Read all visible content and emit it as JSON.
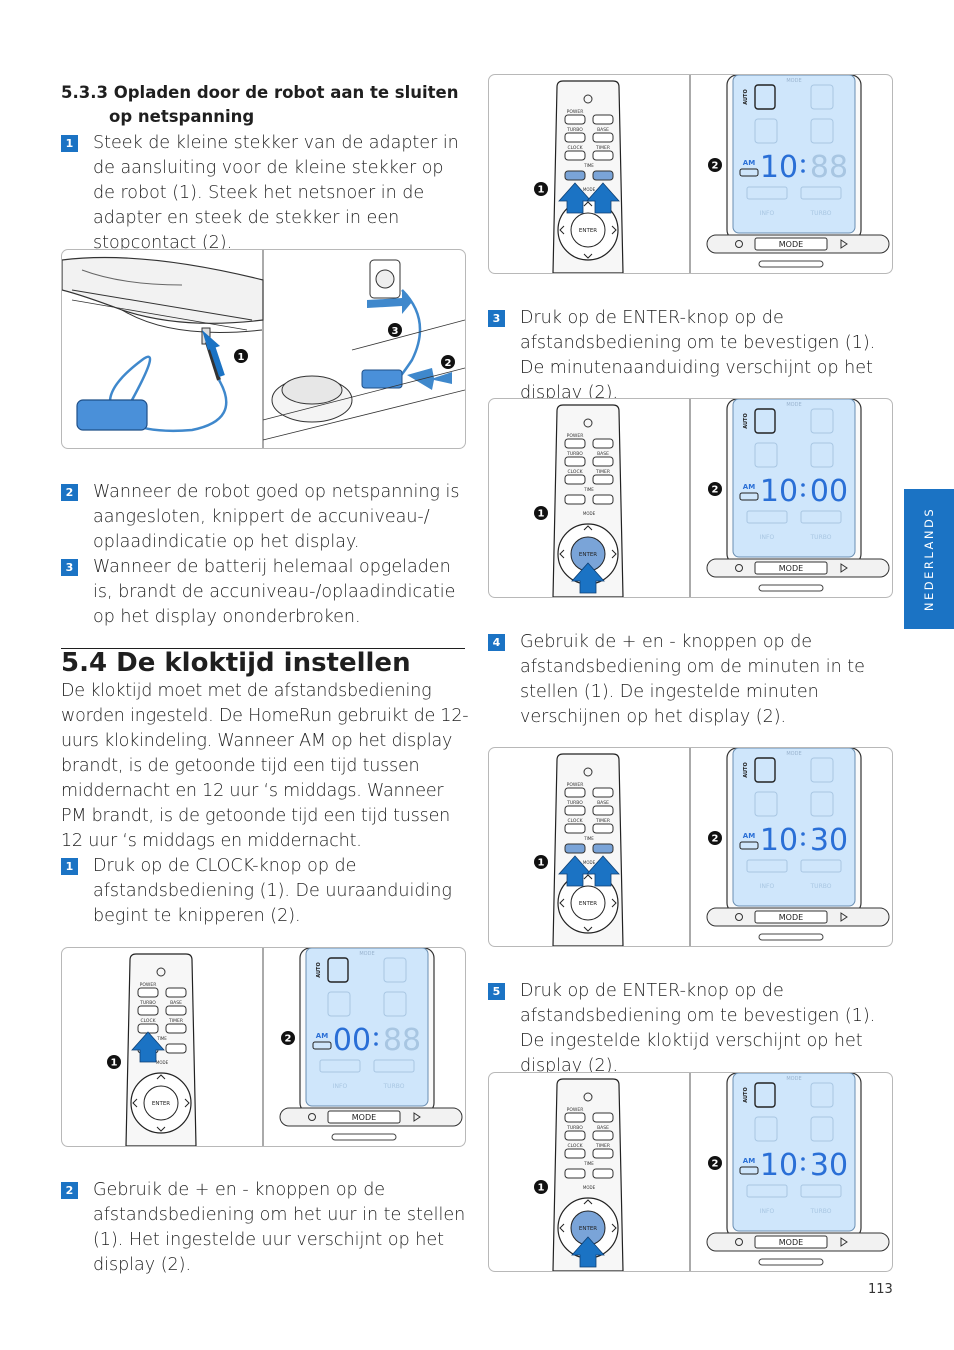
{
  "section_533": {
    "heading_line1": "5.3.3 Opladen door de robot aan te sluiten",
    "heading_line2": "op netspanning",
    "step1_num": "1",
    "step1_text": "Steek de kleine stekker van de adapter in de aansluiting voor de kleine stekker op de robot (1). Steek het netsnoer in de adapter en steek de stekker in een stopcontact (2).",
    "step2_num": "2",
    "step2_text": "Wanneer de robot goed op netspanning is aangesloten, knippert de accuniveau-/ oplaadindicatie op het display.",
    "step3_num": "3",
    "step3_text": "Wanneer de batterij helemaal opgeladen is, brandt de accuniveau-/oplaadindicatie op het display ononderbroken."
  },
  "section_54": {
    "title": "5.4 De kloktijd instellen",
    "intro": "De kloktijd moet met de afstandsbediening worden ingesteld. De HomeRun gebruikt de 12-uurs klokindeling. Wanneer AM op het display brandt, is de getoonde tijd een tijd tussen middernacht en 12 uur ‘s middags. Wanneer PM brandt, is de getoonde tijd een tijd tussen 12 uur ‘s middags en middernacht.",
    "step1_num": "1",
    "step1_text": "Druk op de CLOCK-knop op de afstandsbediening (1). De uuraanduiding begint te knipperen (2).",
    "step2_num": "2",
    "step2_text": "Gebruik de + en - knoppen op de afstandsbediening om het uur in te stellen (1). Het ingestelde uur verschijnt op het display (2).",
    "step3_num": "3",
    "step3_text": "Druk op de ENTER-knop op de afstandsbediening om te bevestigen (1). De minutenaanduiding verschijnt op het display (2).",
    "step4_num": "4",
    "step4_text": "Gebruik de + en - knoppen op de afstandsbediening om de minuten in te stellen (1). De ingestelde minuten verschijnen op het display (2).",
    "step5_num": "5",
    "step5_text": "Druk op de ENTER-knop op de afstandsbediening om te bevestigen (1). De ingestelde kloktijd verschijnt op het display (2)."
  },
  "remote_labels": {
    "power": "POWER",
    "turbo": "TURBO",
    "base": "BASE",
    "clock": "CLOCK",
    "timer": "TIMER",
    "time": "TIME",
    "mode": "MODE",
    "enter": "ENTER"
  },
  "display_labels": {
    "auto": "AUTO",
    "mode": "MODE",
    "am": "AM",
    "info": "INFO",
    "turbo": "TURBO"
  },
  "figures": {
    "fig_clock": {
      "time": "00:88",
      "hour": "00",
      "minute": "88"
    },
    "fig_hour": {
      "time": "10:88",
      "hour": "10",
      "minute": "88"
    },
    "fig_enter1": {
      "time": "10:00",
      "hour": "10",
      "minute": "00"
    },
    "fig_minutes": {
      "time": "10:30",
      "hour": "10",
      "minute": "30"
    },
    "fig_enter2": {
      "time": "10:30",
      "hour": "10",
      "minute": "30"
    }
  },
  "callouts": {
    "one": "1",
    "two": "2",
    "three": "3"
  },
  "side_tab": "NEDERLANDS",
  "page_number": "113",
  "colors": {
    "accent": "#1b73c4",
    "display_blue": "#2a6fd6",
    "highlight": "#7aa4d8"
  }
}
